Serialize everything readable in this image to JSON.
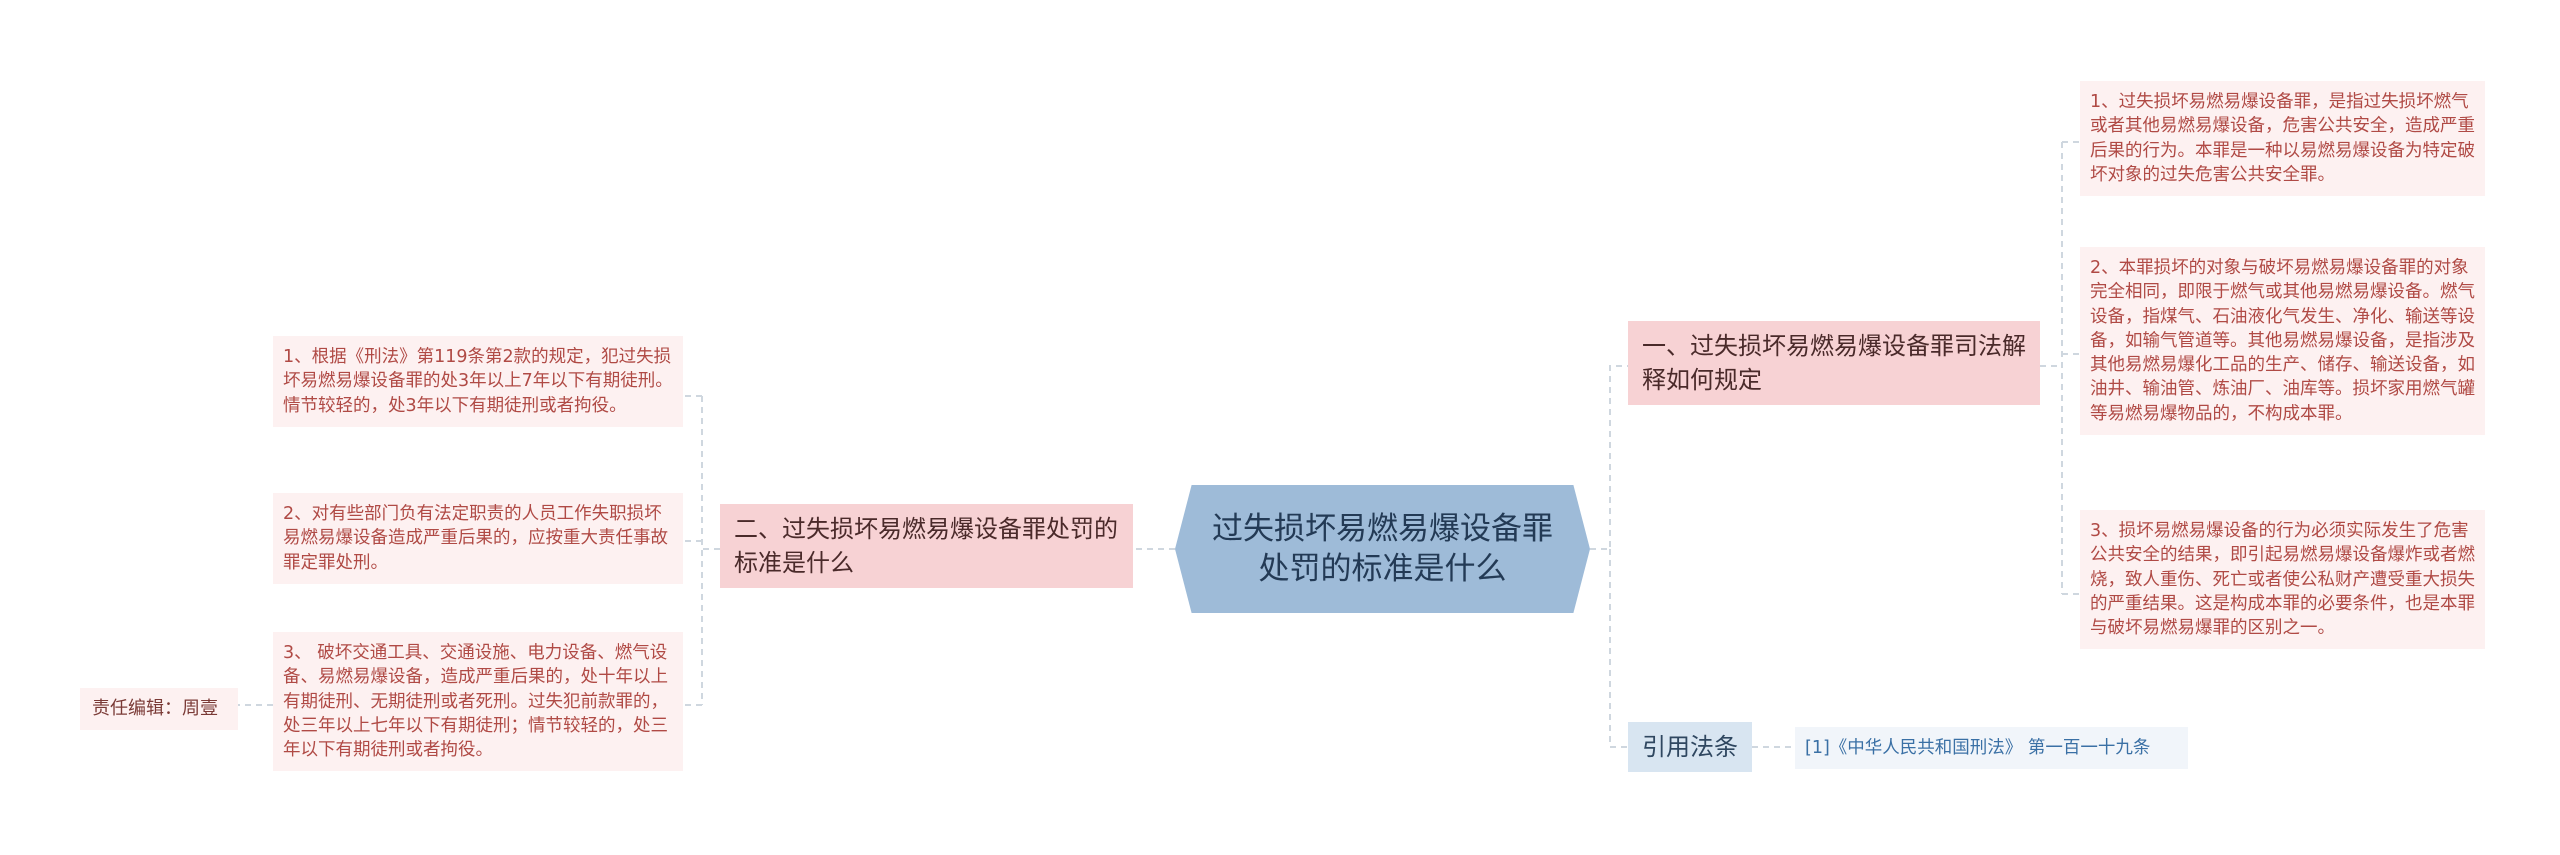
{
  "root": {
    "title": "过失损坏易燃易爆设备罪处罚的标准是什么"
  },
  "right_branch_1": {
    "title": "一、过失损坏易燃易爆设备罪司法解释如何规定",
    "items": [
      "1、过失损坏易燃易爆设备罪，是指过失损坏燃气或者其他易燃易爆设备，危害公共安全，造成严重后果的行为。本罪是一种以易燃易爆设备为特定破坏对象的过失危害公共安全罪。",
      "2、本罪损坏的对象与破坏易燃易爆设备罪的对象完全相同，即限于燃气或其他易燃易爆设备。燃气设备，指煤气、石油液化气发生、净化、输送等设备，如输气管道等。其他易燃易爆设备，是指涉及其他易燃易爆化工品的生产、储存、输送设备，如油井、输油管、炼油厂、油库等。损坏家用燃气罐等易燃易爆物品的，不构成本罪。",
      "3、损坏易燃易爆设备的行为必须实际发生了危害公共安全的结果，即引起易燃易爆设备爆炸或者燃烧，致人重伤、死亡或者使公私财产遭受重大损失的严重结果。这是构成本罪的必要条件，也是本罪与破坏易燃易爆罪的区别之一。"
    ]
  },
  "right_branch_2": {
    "title": "引用法条",
    "items": [
      "[1]《中华人民共和国刑法》 第一百一十九条"
    ]
  },
  "left_branch_1": {
    "title": "二、过失损坏易燃易爆设备罪处罚的标准是什么",
    "items": [
      "1、根据《刑法》第119条第2款的规定，犯过失损坏易燃易爆设备罪的处3年以上7年以下有期徒刑。情节较轻的，处3年以下有期徒刑或者拘役。",
      "2、对有些部门负有法定职责的人员工作失职损坏易燃易爆设备造成严重后果的，应按重大责任事故罪定罪处刑。",
      "3、 破坏交通工具、交通设施、电力设备、燃气设备、易燃易爆设备，造成严重后果的，处十年以上有期徒刑、无期徒刑或者死刑。过失犯前款罪的，处三年以上七年以下有期徒刑；情节较轻的，处三年以下有期徒刑或者拘役。"
    ]
  },
  "editor": {
    "label": "责任编辑：周壹"
  },
  "colors": {
    "root_bg": "#9ebbd8",
    "branch_bg": "#f7d2d4",
    "leaf_bg": "#fdf1f1",
    "leaf_text": "#b04a45",
    "ref_branch_bg": "#d8e5f1",
    "ref_text": "#3a70a5",
    "connector": "#cfd7df"
  }
}
